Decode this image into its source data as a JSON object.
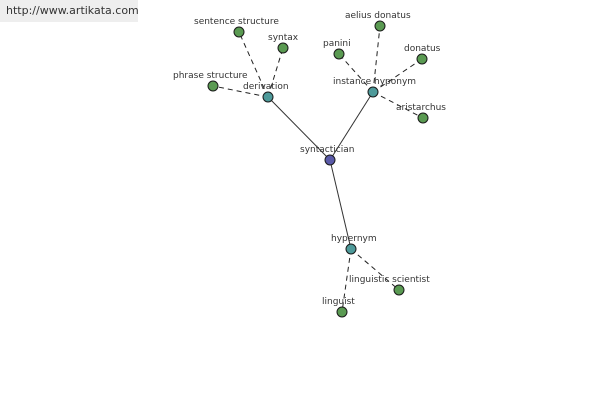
{
  "banner": {
    "url": "http://www.artikata.com"
  },
  "colors": {
    "central_node": "#5a5aa8",
    "hub_node": "#4e9a9a",
    "leaf_node": "#5a9a52",
    "edge": "#333333"
  },
  "graph": {
    "nodes": [
      {
        "id": "syntactician",
        "label": "syntactician",
        "kind": "central"
      },
      {
        "id": "derivation",
        "label": "derivation",
        "kind": "hub"
      },
      {
        "id": "instance-hyponym",
        "label": "instance hyponym",
        "kind": "hub"
      },
      {
        "id": "hypernym",
        "label": "hypernym",
        "kind": "hub"
      },
      {
        "id": "sentence-structure",
        "label": "sentence structure",
        "kind": "leaf"
      },
      {
        "id": "syntax",
        "label": "syntax",
        "kind": "leaf"
      },
      {
        "id": "phrase-structure",
        "label": "phrase structure",
        "kind": "leaf"
      },
      {
        "id": "aelius-donatus",
        "label": "aelius donatus",
        "kind": "leaf"
      },
      {
        "id": "panini",
        "label": "panini",
        "kind": "leaf"
      },
      {
        "id": "donatus",
        "label": "donatus",
        "kind": "leaf"
      },
      {
        "id": "aristarchus",
        "label": "aristarchus",
        "kind": "leaf"
      },
      {
        "id": "linguistic-scientist",
        "label": "linguistic scientist",
        "kind": "leaf"
      },
      {
        "id": "linguist",
        "label": "linguist",
        "kind": "leaf"
      }
    ],
    "edges": [
      {
        "from": "syntactician",
        "to": "derivation",
        "style": "solid"
      },
      {
        "from": "syntactician",
        "to": "instance-hyponym",
        "style": "solid"
      },
      {
        "from": "syntactician",
        "to": "hypernym",
        "style": "solid"
      },
      {
        "from": "derivation",
        "to": "sentence-structure",
        "style": "dashed"
      },
      {
        "from": "derivation",
        "to": "syntax",
        "style": "dashed"
      },
      {
        "from": "derivation",
        "to": "phrase-structure",
        "style": "dashed"
      },
      {
        "from": "instance-hyponym",
        "to": "aelius-donatus",
        "style": "dashed"
      },
      {
        "from": "instance-hyponym",
        "to": "panini",
        "style": "dashed"
      },
      {
        "from": "instance-hyponym",
        "to": "donatus",
        "style": "dashed"
      },
      {
        "from": "instance-hyponym",
        "to": "aristarchus",
        "style": "dashed"
      },
      {
        "from": "hypernym",
        "to": "linguistic-scientist",
        "style": "dashed"
      },
      {
        "from": "hypernym",
        "to": "linguist",
        "style": "dashed"
      }
    ]
  }
}
